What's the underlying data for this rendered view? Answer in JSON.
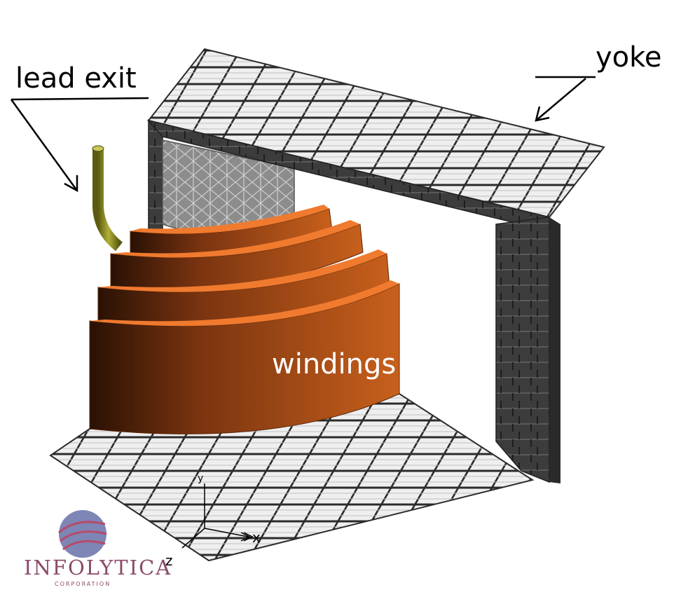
{
  "labels": {
    "lead_exit": "lead exit",
    "yoke": "yoke",
    "windings": "windings"
  },
  "axes": {
    "x": "x",
    "y": "y",
    "z": "z"
  },
  "logo": {
    "name": "INFOLYTICA",
    "subtitle": "CORPORATION"
  },
  "colors": {
    "winding": "#c8601c",
    "winding_top": "#f07a2e",
    "yoke_face": "#e6e6e6",
    "yoke_edge": "#3a3a3a",
    "lead": "#8a8a1e",
    "logo": "#8b4a6a"
  }
}
